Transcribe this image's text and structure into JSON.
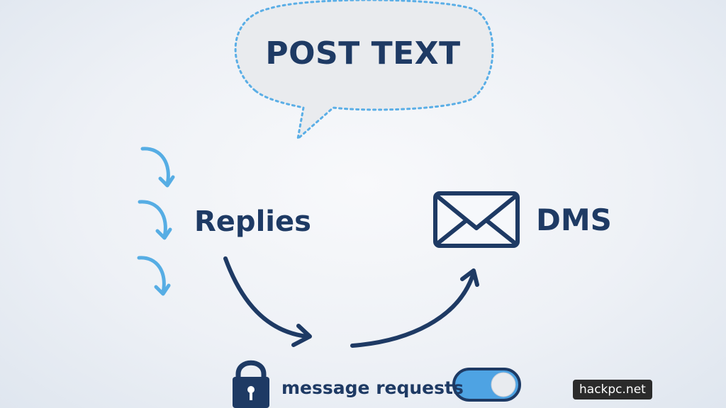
{
  "labels": {
    "post_text": "POST TEXT",
    "replies": "Replies",
    "dms": "DMS",
    "message_requests": "message requests"
  },
  "toggle": {
    "state": "on"
  },
  "watermark": "hackpc.net",
  "colors": {
    "navy": "#1e3a64",
    "light_blue": "#56ade4",
    "toggle_track": "#4ea3e3",
    "bubble_fill": "#e9ebee"
  },
  "icons": [
    "speech-bubble-icon",
    "envelope-icon",
    "lock-icon",
    "toggle-switch-icon",
    "curved-arrow-icon"
  ]
}
